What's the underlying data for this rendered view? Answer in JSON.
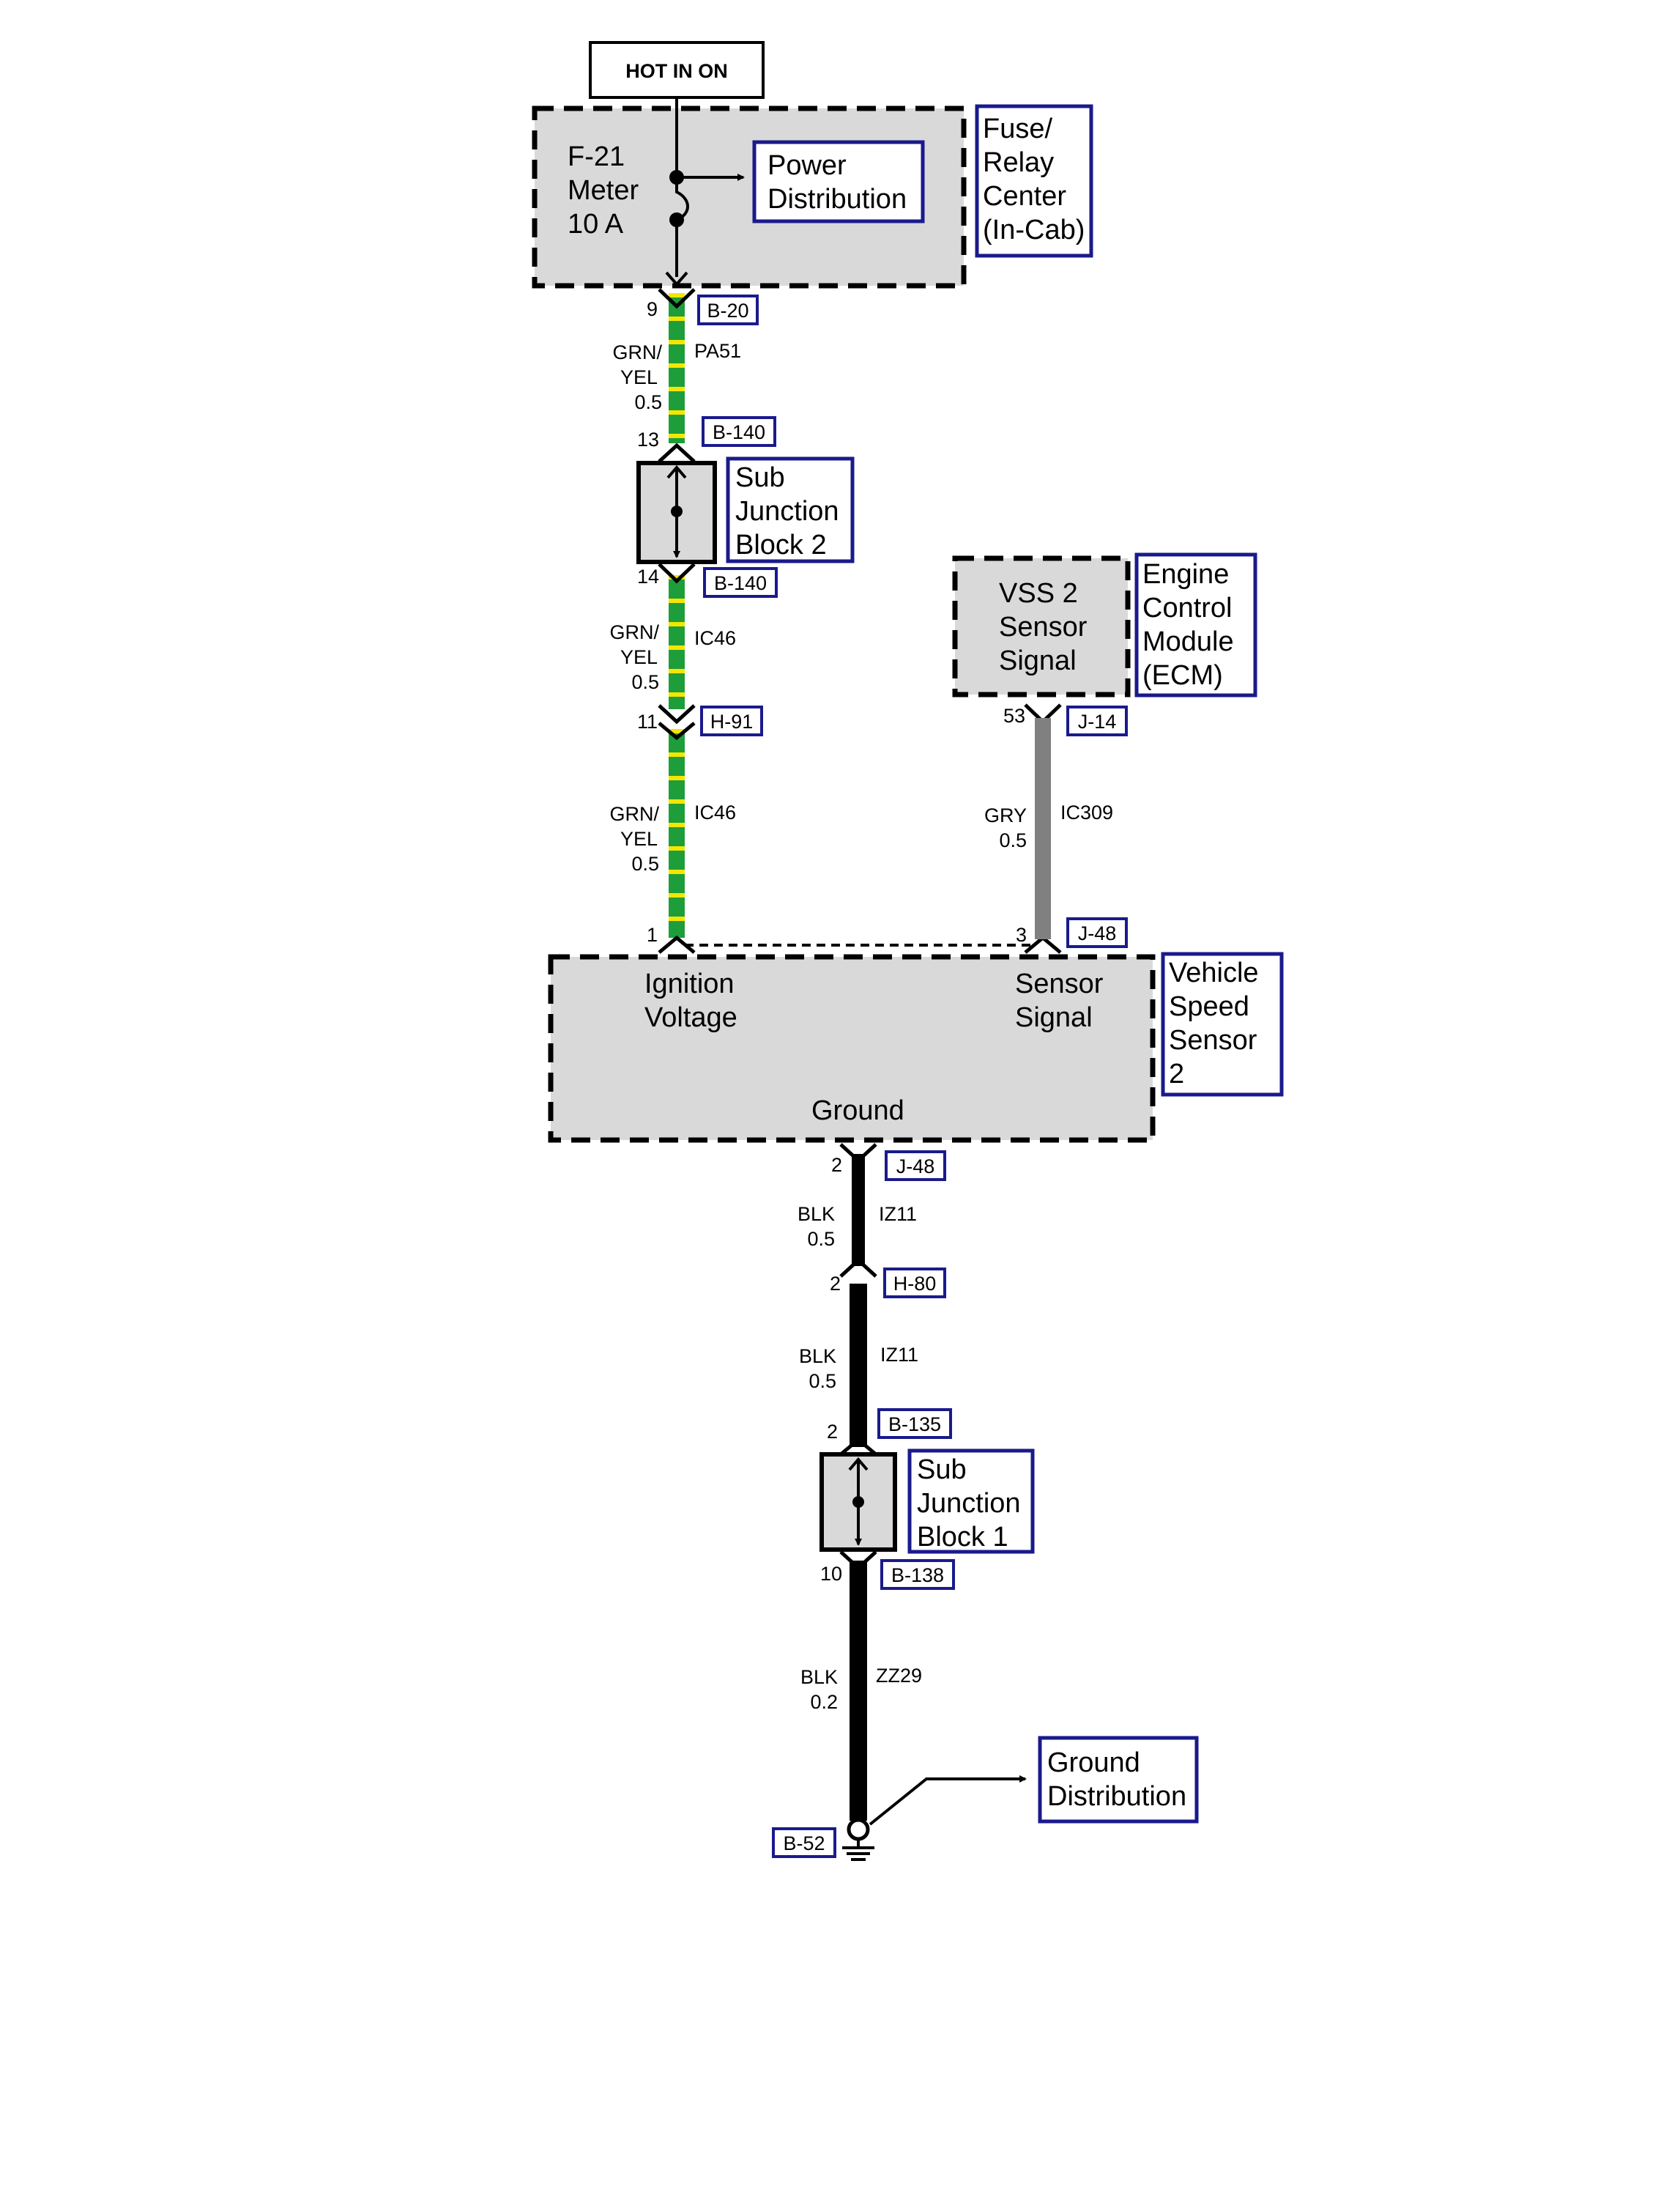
{
  "power": {
    "label": "HOT IN ON"
  },
  "fuse_block": {
    "fuse": [
      "F-21",
      "Meter",
      "10 A"
    ],
    "power_distribution": [
      "Power",
      "Distribution"
    ],
    "location": [
      "Fuse/",
      "Relay",
      "Center",
      "(In-Cab)"
    ]
  },
  "connectors": [
    {
      "id": "B-20",
      "pin": "9"
    },
    {
      "id": "B-140",
      "pin": "13"
    },
    {
      "id": "B-140",
      "pin": "14"
    },
    {
      "id": "H-91",
      "pin": "11"
    },
    {
      "id": "J-48",
      "pin": "1"
    },
    {
      "id": "J-14",
      "pin": "53"
    },
    {
      "id": "J-48",
      "pin": "3"
    },
    {
      "id": "J-48",
      "pin": "2"
    },
    {
      "id": "H-80",
      "pin": "2"
    },
    {
      "id": "B-135",
      "pin": "2"
    },
    {
      "id": "B-138",
      "pin": "10"
    },
    {
      "id": "B-52",
      "pin": ""
    }
  ],
  "wires": [
    {
      "color": [
        "GRN/",
        "YEL",
        "0.5"
      ],
      "circuit": "PA51"
    },
    {
      "color": [
        "GRN/",
        "YEL",
        "0.5"
      ],
      "circuit": "IC46"
    },
    {
      "color": [
        "GRN/",
        "YEL",
        "0.5"
      ],
      "circuit": "IC46"
    },
    {
      "color": [
        "GRY",
        "0.5"
      ],
      "circuit": "IC309"
    },
    {
      "color": [
        "BLK",
        "0.5"
      ],
      "circuit": "IZ11"
    },
    {
      "color": [
        "BLK",
        "0.5"
      ],
      "circuit": "IZ11"
    },
    {
      "color": [
        "BLK",
        "0.2"
      ],
      "circuit": "ZZ29"
    }
  ],
  "sub_junction_2": [
    "Sub",
    "Junction",
    "Block 2"
  ],
  "sub_junction_1": [
    "Sub",
    "Junction",
    "Block 1"
  ],
  "ecm": {
    "signal": [
      "VSS 2",
      "Sensor",
      "Signal"
    ],
    "label": [
      "Engine",
      "Control",
      "Module",
      "(ECM)"
    ]
  },
  "vss2": {
    "ignition": [
      "Ignition",
      "Voltage"
    ],
    "sensor": [
      "Sensor",
      "Signal"
    ],
    "ground": "Ground",
    "label": [
      "Vehicle",
      "Speed",
      "Sensor",
      "2"
    ]
  },
  "ground_distribution": [
    "Ground",
    "Distribution"
  ],
  "colors": {
    "grn_wire": "#1e9e3a",
    "yel_stripe": "#f5e600",
    "gry_wire": "#808080",
    "blk_wire": "#000000",
    "box_fill": "#d9d9d9",
    "tag_border": "#1a1a8c"
  }
}
